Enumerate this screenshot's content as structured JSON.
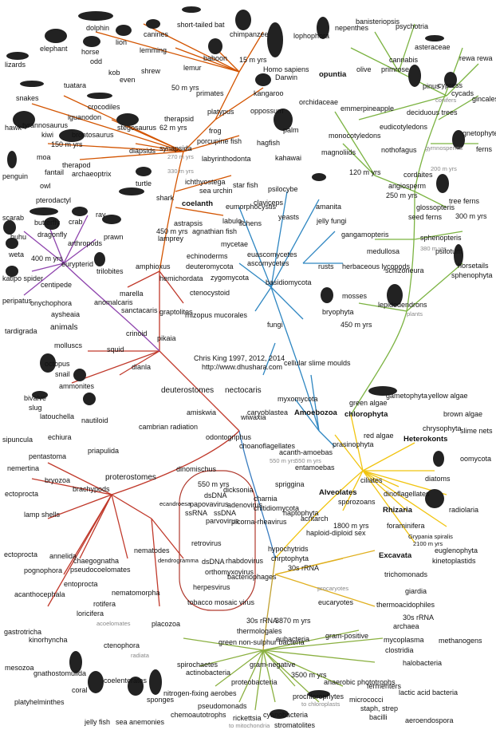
{
  "colors": {
    "animals": "#c0392b",
    "vertebrates": "#d35400",
    "arthropods": "#8e44ad",
    "fungi": "#2e86c1",
    "plants": "#7cb342",
    "protists": "#f1c40f",
    "bacteria": "#7fae3a",
    "viruses": "#b03a2e"
  },
  "credit": {
    "line1": "Chris King 1997, 2012, 2014",
    "line2": "http://www.dhushara.com"
  },
  "labels": {
    "dolphin": "dolphin",
    "canines": "canines",
    "short_tailed_bat": "short-tailed bat",
    "chimpanzee": "chimpanzee",
    "elephant": "elephant",
    "horse": "horse",
    "lion": "lion",
    "lemming": "lemming",
    "baboon": "baboon",
    "lizards": "lizards",
    "odd": "odd",
    "kob": "kob",
    "even": "even",
    "shrew": "shrew",
    "lemur": "lemur",
    "myrs15": "15 m yrs",
    "homo_sapiens": "Homo sapiens",
    "darwin": "Darwin",
    "kangaroo": "kangaroo",
    "tuatara": "tuatara",
    "snakes": "snakes",
    "primates": "primates",
    "myrs50": "50 m yrs",
    "crocodiles": "crocodiles",
    "iguanodon": "iguanodon",
    "platypus": "platypus",
    "oppossum": "oppossum",
    "hawk": "hawk",
    "tyrannosaurus": "tyrannosaurus",
    "stegosaurus": "stegosaurus",
    "therapsid": "therapsid",
    "myrs62": "62 m yrs",
    "frog": "frog",
    "kiwi": "kiwi",
    "brontosaurus": "brontosaurus",
    "porcupine_fish": "porcupine fish",
    "hagfish": "hagfish",
    "myrs150": "150 m yrs",
    "diapsids": "diapsids",
    "synapsida": "synapsida",
    "myrs270": "270 m yrs",
    "moa": "moa",
    "therapod": "therapod",
    "labyrinthodonta": "labyrinthodonta",
    "kahawai": "kahawai",
    "penguin": "penguin",
    "fantail": "fantail",
    "archaeoptrix": "archaeoptrix",
    "owl": "owl",
    "myrs330": "330 m yrs",
    "ichthyostega": "ichthyostega",
    "turtle": "turtle",
    "sea_urchin": "sea urchin",
    "star_fish": "star fish",
    "pterodactyl": "pterodactyl",
    "shark": "shark",
    "coelanth": "coelanth",
    "eumorphocystis": "eumorphocystis",
    "scarab": "scarab",
    "butterfly": "butterfly",
    "crab": "crab",
    "ray": "ray",
    "astrapsis": "astrapsis",
    "myrs450a": "450 m yrs",
    "agnathian_fish": "agnathian fish",
    "lamprey": "lamprey",
    "huhu": "huhu",
    "dragonfly": "dragonfly",
    "arthropods": "arthropods",
    "prawn": "prawn",
    "echinoderms": "echinoderms",
    "weta": "weta",
    "myrs400": "400 m yrs",
    "eurypterid": "eurypterid",
    "trilobites": "trilobites",
    "amphioxus": "amphioxus",
    "katipo_spider": "katipo spider",
    "centipede": "centipede",
    "hemichordata": "hemichordata",
    "peripatus": "peripatus",
    "onychophora": "onychophora",
    "marella": "marella",
    "anomalcaris": "anomalcaris",
    "aysheaia": "aysheaia",
    "sanctacaris": "sanctacaris",
    "graptolites": "graptolites",
    "tardigrada": "tardigrada",
    "animals": "animals",
    "pikaia": "pikaia",
    "crinoid": "crinoid",
    "molluscs": "molluscs",
    "squid": "squid",
    "octopus": "octopus",
    "snail": "snail",
    "dianla": "dianla",
    "ammonites": "ammonites",
    "bivalve": "bivalve",
    "slug": "slug",
    "latouchella": "latouchella",
    "nautiloid": "nautiloid",
    "deuterostomes": "deuterostomes",
    "nectocaris": "nectocaris",
    "amiskwia": "amiskwia",
    "wiwaxia": "wiwaxia",
    "cambrian_radiation": "cambrian radiation",
    "odontogriphus": "odontogriphus",
    "sipuncula": "sipuncula",
    "echiura": "echiura",
    "pentastoma": "pentastoma",
    "priapulida": "priapulida",
    "dinomischus": "dinomischus",
    "nemertina": "nemertina",
    "bryozoa": "bryozoa",
    "proterostomes": "proterostomes",
    "choanoflagellates": "choanoflagellates",
    "myrs550": "550 m yrs",
    "entoprocta_top": "ectoprocta",
    "brachypods": "brachypods",
    "lamp_shells": "lamp shells",
    "myrs550b": "550 m yrs",
    "dickinsonia": "dicksonia",
    "spriggina": "spriggina",
    "charnia": "charnia",
    "ecandroesa": "ecandroesa",
    "dsDNA": "dsDNA",
    "papovavirus": "papovavirus",
    "adenovirus": "adenovirus",
    "ssRNA": "ssRNA",
    "ssDNA": "ssDNA",
    "parvovirus": "parvovirus",
    "picorna_rhaevirus": "picorna-rheavirus",
    "retrovirus": "retrovirus",
    "chitidomycota": "chitidiomycota",
    "haptophyta": "haptophyta",
    "ectoprocta": "ectoprocta",
    "annelida": "annelida",
    "chaetognatha": "chaegognatha",
    "nematodes": "nematodes",
    "pseudocoelomates": "pseudocoelomates",
    "dendrogramma": "dendrogramma",
    "orthomyxovirus": "orthomyxovirus",
    "rhabdovirus": "rhabdovirus",
    "bacteriophages": "bacteriophages",
    "herpesvirus": "herpesvirus",
    "tobacco": "tobacco mosaic virus",
    "pognophora": "pognophora",
    "entoprocta": "entoprocta",
    "acanthocephala": "acanthocephala",
    "rotifera": "rotifera",
    "loricifera": "loricifera",
    "nematomorpha": "nematomorpha",
    "gastrotricha": "gastrotricha",
    "acoelomates": "acoelomates",
    "placozoa": "placozoa",
    "kinorhyncha": "kinorhyncha",
    "ctenophora": "ctenophora",
    "radiata": "radiata",
    "mesozoa": "mesozoa",
    "gnathostomulida": "gnathostomulida",
    "coelenterates": "coelenterates",
    "coral": "coral",
    "sponges": "sponges",
    "platyhelminthes": "platyhelminthes",
    "jelly_fish": "jelly fish",
    "sea_anemonies": "sea anemonies",
    "lophophora": "lophophora",
    "nepenthes": "nepenthes",
    "banisteriopsis": "banisteriopsis",
    "psychotria": "psychotria",
    "asteraceae": "asteraceae",
    "cannabis": "cannabis",
    "rewa_rewa": "rewa rewa",
    "opuntia": "opuntia",
    "olive": "olive",
    "primrose": "primrose",
    "pinus": "pinus",
    "cypress": "cypress",
    "cycads": "cycads",
    "ginkgo": "gincales",
    "conifers": "conifers",
    "orchidaceae": "orchidaceae",
    "emmer": "emmer",
    "pineapple": "pineapple",
    "deciduous_trees": "deciduous trees",
    "palm": "palm",
    "eudicotyledons": "eudicotyledons",
    "monocotyledons": "monocotyledons",
    "gnetophytes": "gnetophytes",
    "magnoliids": "magnoliids",
    "nothofagus": "nothofagus",
    "gymnosperms": "gymnosperms",
    "ferns": "ferns",
    "myrs120": "120 m yrs",
    "cordaites": "cordaites",
    "myrs200": "200 m yrs",
    "psilocybe": "psilocybe",
    "claviceps": "claviceps",
    "amanita": "amanita",
    "angiosperm": "angiosperm",
    "myrs250": "250 m yrs",
    "glossopteris": "glossopteris",
    "tree_ferns": "tree ferns",
    "lichens": "lichens",
    "yeasts": "yeasts",
    "jelly_fungi": "jelly fungi",
    "seed_ferns": "seed ferns",
    "myrs300": "300 m yrs",
    "labyrinthulea": "labulo-",
    "myrs380": "380 m yrs",
    "mycetae": "mycetae",
    "gangamopteris": "gangamopteris",
    "spheropteris": "sphenopteris",
    "euascomycetes": "euascomycetes",
    "ascomycetes": "ascomycetes",
    "medullosa": "medullosa",
    "psilotum": "psilotum",
    "rusts": "rusts",
    "herbaceous_lycopods": "herbaceous lycopods",
    "horsetails": "horsetails",
    "sphenophyta": "sphenophyta",
    "deuteromycota": "deuteromycota",
    "zygomycota": "zygomycota",
    "basidiomycota": "basidiomycota",
    "schizoneura": "schizoneura",
    "lepidodendrons": "lepidodendrons",
    "plants": "plants",
    "ctenocystoid": "ctenocystoid",
    "mosses": "mosses",
    "bryophyta": "bryophyta",
    "myrs450b": "450 m yrs",
    "rhizopus": "rhizopus mucorales",
    "fungi": "fungi",
    "cellular_slime": "cellular slime moulds",
    "gametophyta": "gametophyta",
    "yellow_algae": "yellow algae",
    "green_algae": "green algae",
    "brown_algae": "brown algae",
    "myxomycota": "myxomycota",
    "amoebozoa": "Amoebozoa",
    "chlorophyta": "chlorophyta",
    "chrysophyta": "chrysophyta",
    "slime_nets": "slime nets",
    "caryoblastea": "caryoblastea",
    "red_algae": "red algae",
    "heterokonts": "Heterokonts",
    "acanthamoebas": "acanth-amoebas",
    "prasinophyta": "prasinophyta",
    "oomycota": "oomycota",
    "entamoebas": "entamoebas",
    "myrs550c": "550 m yrs",
    "ciliates": "ciliates",
    "diatoms": "diatoms",
    "alveolates": "Alveolates",
    "dinoflagellates": "dinoflagellates",
    "sporozoans": "sporozoans",
    "rhizaria": "Rhizaria",
    "radiolaria": "radiolaria",
    "foraminifera": "foraminifera",
    "acritarch": "acritarch",
    "myrs1800": "1800 m yrs",
    "haploid_diploid": "haploid-diploid sex",
    "grypania": "Grypania spiralis",
    "myrs2100": "2100 m yrs",
    "excavata": "Excavata",
    "euglenophyta": "euglenophyta",
    "kinetoplastids": "kinetoplastids",
    "hypochytrids": "hypochytrids",
    "chrptophyta": "chrptophyta",
    "rRNA30a": "30s rRNA",
    "trichomonads": "trichomonads",
    "procaryotes": "procaryotes",
    "eucaryotes": "eucaryotes",
    "giardia": "giardia",
    "thermoacidophiles": "thermoacidophiles",
    "rRNA30b": "30s rRNA",
    "myrs3870": "3870 m yrs",
    "thermologales": "thermologales",
    "rRNA30c": "30s rRNA",
    "archaea": "archaea",
    "methanogens": "methanogens",
    "green_nonsulphur": "green non-sulphur bacteria",
    "eubacteria": "eubacteria",
    "gram_positive": "gram-positive",
    "mycoplasma": "mycoplasma",
    "clostridia": "clostridia",
    "spirochaetes": "spirochaetes",
    "actinobacteria": "actinobacteria",
    "gram_negative": "gram-negative",
    "halobacteria": "halobacteria",
    "proteobacteria": "proteobacteria",
    "myrs3500": "3500 m yrs",
    "anaerobic_phototrophs": "anaerobic phototrophs",
    "fermenters": "fermenters",
    "lactic_acid": "lactic acid bacteria",
    "nitrogen_fixing": "nitrogen-fixing aerobes",
    "prochlorophytes": "prochlorophytes",
    "to_chloroplasts": "to chloroplasts",
    "micrococci": "micrococci",
    "staph_strep": "staph, strep",
    "bacilli": "bacilli",
    "pseudomonads": "pseudomonads",
    "chemoautotrophs": "chemoautotrophs",
    "rickettsia": "rickettsia",
    "to_mitochondria": "to mitochondria",
    "cyanobacteria": "cyanobacteria",
    "stromatolites": "stromatolites",
    "aeroendospora": "aeroendospora"
  }
}
